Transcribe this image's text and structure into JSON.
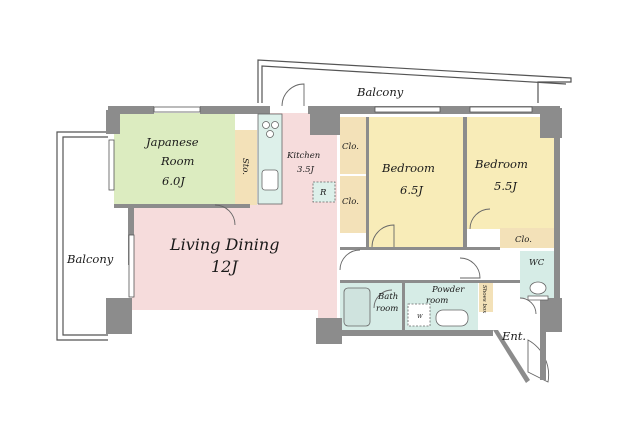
{
  "labels": {
    "balcony_top": "Balcony",
    "balcony_left": "Balcony",
    "japanese_room_name": "Japanese",
    "japanese_room_name2": "Room",
    "japanese_room_size": "6.0J",
    "storage": "Sto.",
    "kitchen_name": "Kitchen",
    "kitchen_size": "3.5J",
    "fridge": "R",
    "closet_1": "Clo.",
    "closet_2": "Clo.",
    "closet_3": "Clo.",
    "bedroom1_name": "Bedroom",
    "bedroom1_size": "6.5J",
    "bedroom2_name": "Bedroom",
    "bedroom2_size": "5.5J",
    "living_name": "Living Dining",
    "living_size": "12J",
    "bath_line1": "Bath",
    "bath_line2": "room",
    "powder_line1": "Powder",
    "powder_line2": "room",
    "washer": "W",
    "shoe_box": "Shoes box",
    "wc": "WC",
    "entrance": "Ent."
  },
  "colors": {
    "wall": "#8c8c8c",
    "japanese_room": "#dcecc0",
    "living_dining": "#f6dcdc",
    "bedroom": "#f8ecb8",
    "storage": "#f3e1b8",
    "wet_area": "#d6ece6",
    "line": "#555555"
  }
}
